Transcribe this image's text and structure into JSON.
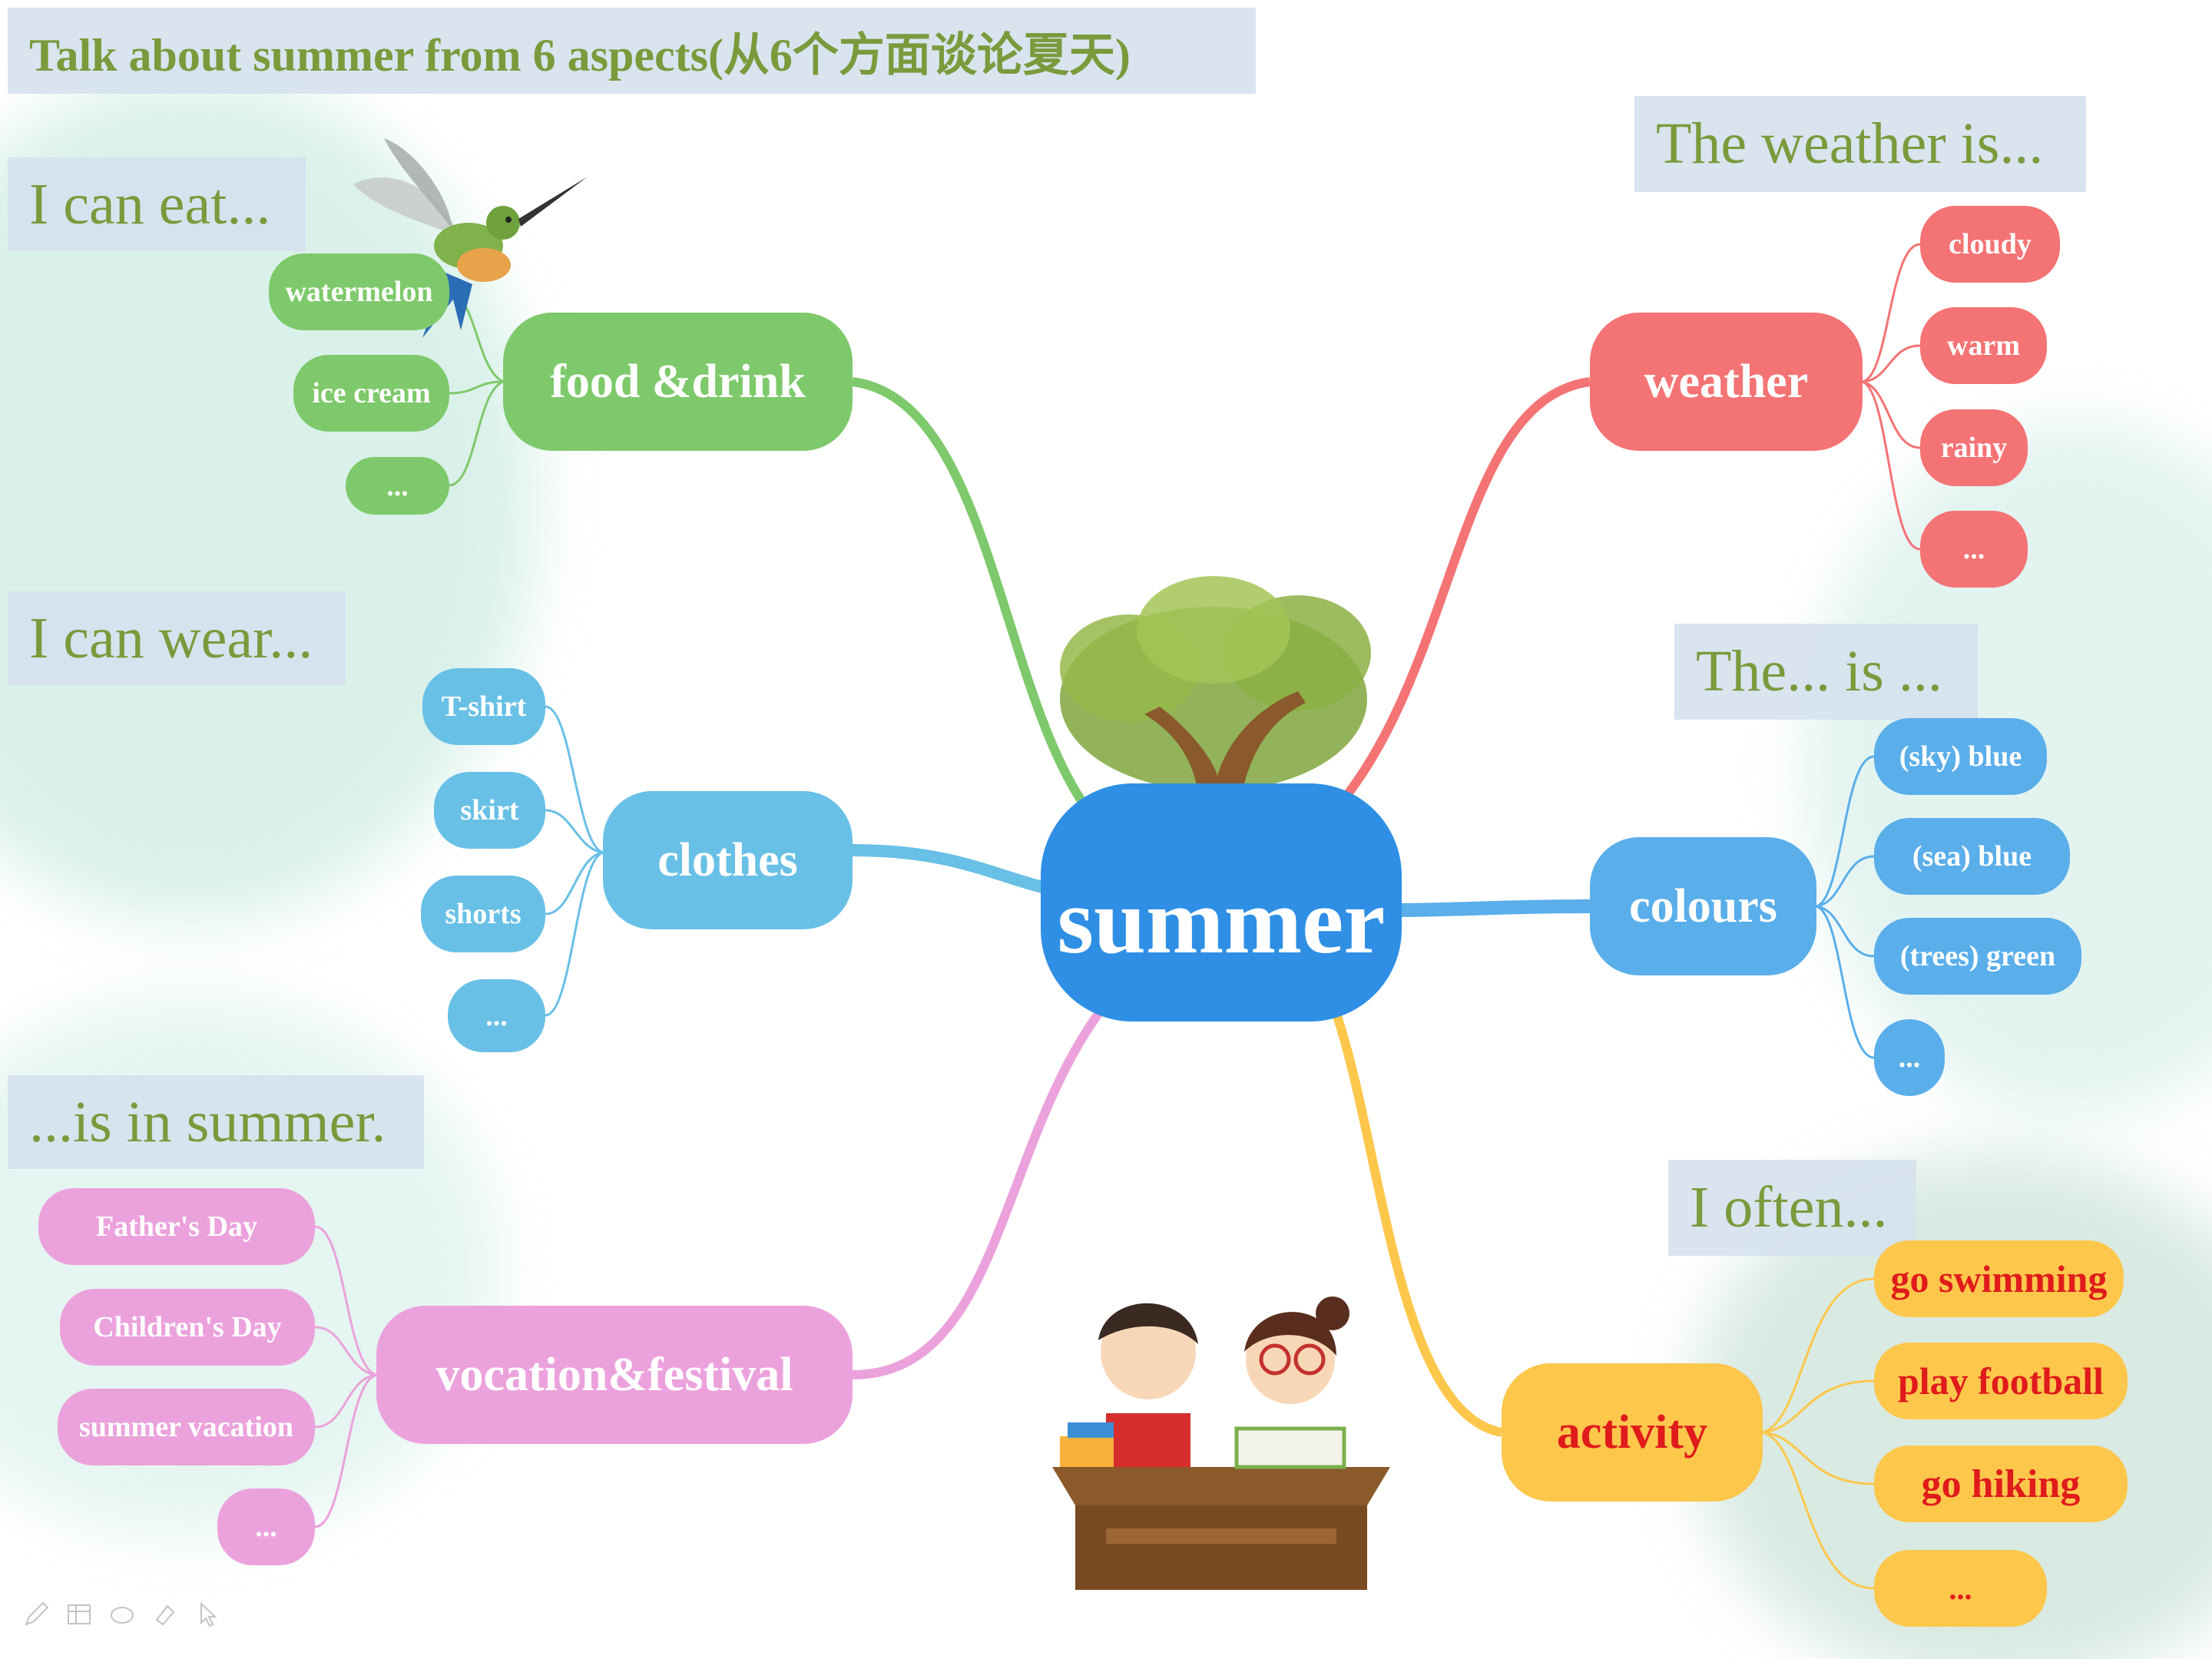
{
  "title": "Talk about summer from 6 aspects(从6个方面谈论夏天)",
  "center": "summer",
  "prompts": {
    "food": "I can eat...",
    "clothes": "I can wear...",
    "festival": "...is in summer.",
    "weather": "The weather is...",
    "colours": "The... is ...",
    "activity": "I often..."
  },
  "branches": {
    "food": {
      "label": "food &drink",
      "color": "#7ec96b",
      "items": [
        "watermelon",
        "ice cream",
        "..."
      ]
    },
    "clothes": {
      "label": "clothes",
      "color": "#69c0e6",
      "items": [
        "T-shirt",
        "skirt",
        "shorts",
        "..."
      ]
    },
    "festival": {
      "label": "vocation&festival",
      "color": "#eba2dc",
      "items": [
        "Father's Day",
        "Children's Day",
        "summer vacation",
        "..."
      ]
    },
    "weather": {
      "label": "weather",
      "color": "#f47374",
      "items": [
        "cloudy",
        "warm",
        "rainy",
        "..."
      ]
    },
    "colours": {
      "label": "colours",
      "color": "#5aaeea",
      "items": [
        "(sky) blue",
        "(sea) blue",
        "(trees) green",
        "..."
      ]
    },
    "activity": {
      "label": "activity",
      "color": "#fdc74c",
      "items": [
        "go swimming",
        "play football",
        "go hiking",
        "..."
      ]
    }
  },
  "colors": {
    "center": "#2e8fe5",
    "label_text": "#7a9a3c",
    "label_bg": "#d6e2ee",
    "activity_text": "#e01b1b"
  },
  "icons": [
    "hummingbird-icon",
    "tree-icon",
    "kids-reading-icon",
    "pen-icon",
    "grid-icon",
    "eraser-icon",
    "pointer-icon"
  ]
}
